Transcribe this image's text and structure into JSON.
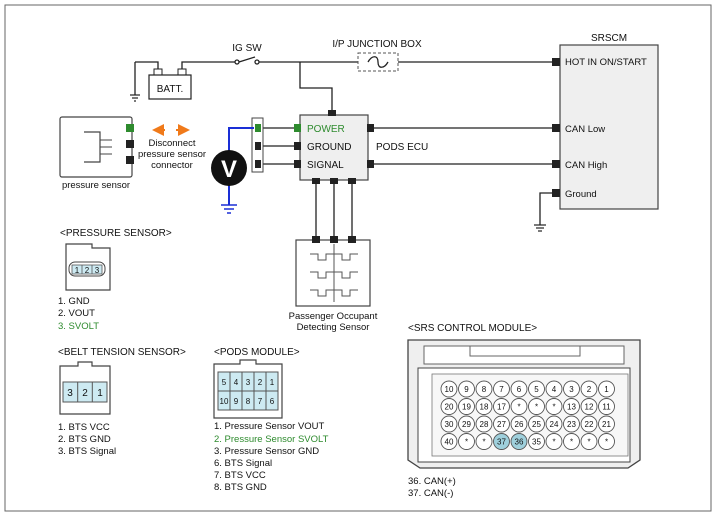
{
  "labels": {
    "ig_sw": "IG SW",
    "ip_junction_box": "I/P JUNCTION BOX",
    "batt": "BATT.",
    "srscm": "SRSCM",
    "hot_in": "HOT IN ON/START",
    "can_low": "CAN Low",
    "can_high": "CAN High",
    "ground": "Ground",
    "pods_ecu": "PODS ECU",
    "pin_power": "POWER",
    "pin_ground": "GROUND",
    "pin_signal": "SIGNAL",
    "pressure_sensor": "pressure sensor",
    "disconnect_lines": [
      "Disconnect",
      "pressure sensor",
      "connector"
    ],
    "voltmeter": "V",
    "pods_sensor_lines": [
      "Passenger Occupant",
      "Detecting Sensor"
    ]
  },
  "pressure_sensor_panel": {
    "title": "<PRESSURE SENSOR>",
    "pins": [
      "1",
      "2",
      "3"
    ],
    "items": [
      "1. GND",
      "2. VOUT",
      "3. SVOLT"
    ]
  },
  "belt_tension_panel": {
    "title": "<BELT TENSION SENSOR>",
    "pins": [
      "3",
      "2",
      "1"
    ],
    "items": [
      "1. BTS VCC",
      "2. BTS GND",
      "3. BTS Signal"
    ]
  },
  "pods_module_panel": {
    "title": "<PODS MODULE>",
    "pins_top": [
      "5",
      "4",
      "3",
      "2",
      "1"
    ],
    "pins_bottom": [
      "10",
      "9",
      "8",
      "7",
      "6"
    ],
    "items": [
      "1. Pressure Sensor VOUT",
      "2. Pressure Sensor SVOLT",
      "3. Pressure Sensor GND",
      "6. BTS Signal",
      "7. BTS VCC",
      "8. BTS GND"
    ]
  },
  "srs_module_panel": {
    "title": "<SRS CONTROL MODULE>",
    "rows": [
      [
        "10",
        "9",
        "8",
        "7",
        "6",
        "5",
        "4",
        "3",
        "2",
        "1"
      ],
      [
        "20",
        "19",
        "18",
        "17",
        "*",
        "*",
        "*",
        "13",
        "12",
        "11"
      ],
      [
        "30",
        "29",
        "28",
        "27",
        "26",
        "25",
        "24",
        "23",
        "22",
        "21"
      ],
      [
        "40",
        "*",
        "*",
        "37",
        "36",
        "35",
        "*",
        "*",
        "*",
        "*"
      ]
    ],
    "items": [
      "36. CAN(+)",
      "37. CAN(-)"
    ]
  },
  "colors": {
    "highlight_text": "#2e8b2e",
    "probe_wire": "#1a2fd6",
    "disconnect_arrow": "#f07a1a",
    "connector_fill": "#cdeaf2",
    "module_fill": "#efefef",
    "pin_highlight": "#9fd0dc"
  }
}
